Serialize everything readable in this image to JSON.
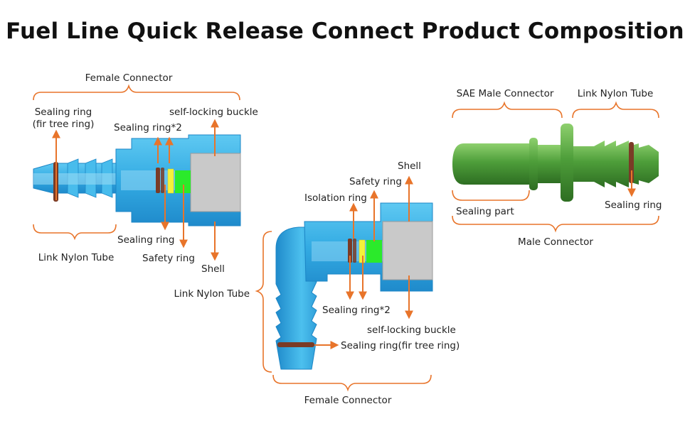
{
  "title": "Fuel Line Quick Release Connect Product Composition",
  "colors": {
    "body": "#3DB5E8",
    "body_dark": "#1C86C6",
    "shell": "#C9C9C9",
    "safety_ring": "#2BEA2B",
    "isolation_ring": "#F5F23A",
    "sealing_ring": "#7A3B26",
    "male_green": "#4E9E3A",
    "arrow": "#E8742A"
  },
  "left_connector": {
    "bracket_top": "Female Connector",
    "sealing_ring_fir": "Sealing ring\n(fir tree ring)",
    "sealing_ring_x2": "Sealing ring*2",
    "self_locking_buckle": "self-locking buckle",
    "sealing_ring": "Sealing ring",
    "safety_ring": "Safety ring",
    "shell": "Shell",
    "bracket_bottom": "Link Nylon Tube"
  },
  "elbow_connector": {
    "shell": "Shell",
    "safety_ring": "Safety ring",
    "isolation_ring": "Isolation ring",
    "bracket_left": "Link Nylon Tube",
    "sealing_ring_x2": "Sealing ring*2",
    "self_locking_buckle": "self-locking buckle",
    "sealing_ring_fir": "Sealing ring(fir tree ring)",
    "bracket_bottom": "Female Connector"
  },
  "male_connector": {
    "bracket_sae": "SAE Male Connector",
    "bracket_nylon": "Link Nylon Tube",
    "sealing_part": "Sealing part",
    "sealing_ring": "Sealing ring",
    "bracket_bottom": "Male Connector"
  }
}
